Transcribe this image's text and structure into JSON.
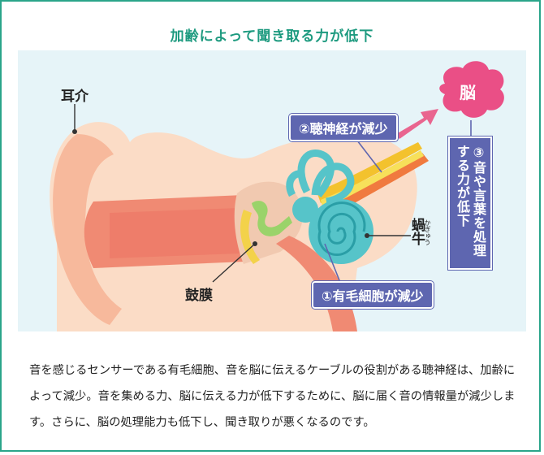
{
  "title": "加齢によって聞き取る力が低下",
  "labels": {
    "outer_ear": "耳介",
    "eardrum": "鼓膜",
    "cochlea": "蝸牛",
    "cochlea_ruby": "かぎゅう",
    "brain": "脳"
  },
  "callouts": {
    "hair_cells": "①有毛細胞が減少",
    "auditory_nerve": "②聴神経が減少",
    "brain_processing": "③音や言葉を処理する力が低下"
  },
  "description": "音を感じるセンサーである有毛細胞、音を脳に伝えるケーブルの役割がある聴神経は、加齢によって減少。音を集める力、脳に伝える力が低下するために、脳に届く音の情報量が減少します。さらに、脳の処理能力も低下し、聞き取りが悪くなるのです。",
  "colors": {
    "frame": "#2aa58a",
    "title": "#1d9a7f",
    "panel_bg": "#e6f4f8",
    "callout_box": "#5e66b0",
    "brain": "#ea4f86",
    "cochlea": "#56c4c9",
    "nerve": "#f3c22d"
  }
}
